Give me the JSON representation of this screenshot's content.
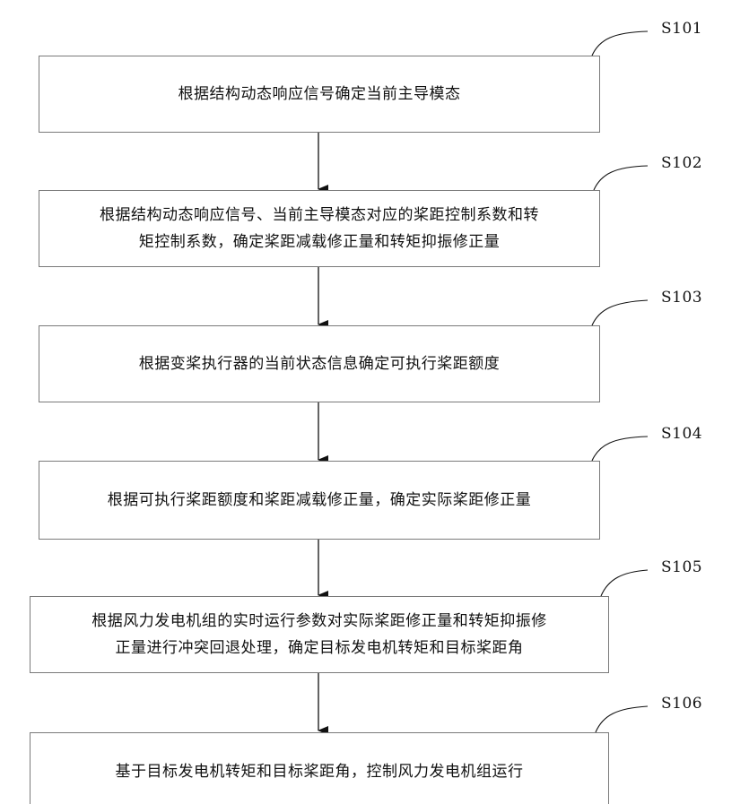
{
  "steps": [
    {
      "label": "S101",
      "text": "根据结构动态响应信号确定当前主导模态"
    },
    {
      "label": "S102",
      "text": "根据结构动态响应信号、当前主导模态对应的桨距控制系数和转\n矩控制系数，确定桨距减载修正量和转矩抑振修正量"
    },
    {
      "label": "S103",
      "text": "根据变桨执行器的当前状态信息确定可执行桨距额度"
    },
    {
      "label": "S104",
      "text": "根据可执行桨距额度和桨距减载修正量，确定实际桨距修正量"
    },
    {
      "label": "S105",
      "text": "根据风力发电机组的实时运行参数对实际桨距修正量和转矩抑振修\n正量进行冲突回退处理，确定目标发电机转矩和目标桨距角"
    },
    {
      "label": "S106",
      "text": "基于目标发电机转矩和目标桨距角，控制风力发电机组运行"
    }
  ]
}
